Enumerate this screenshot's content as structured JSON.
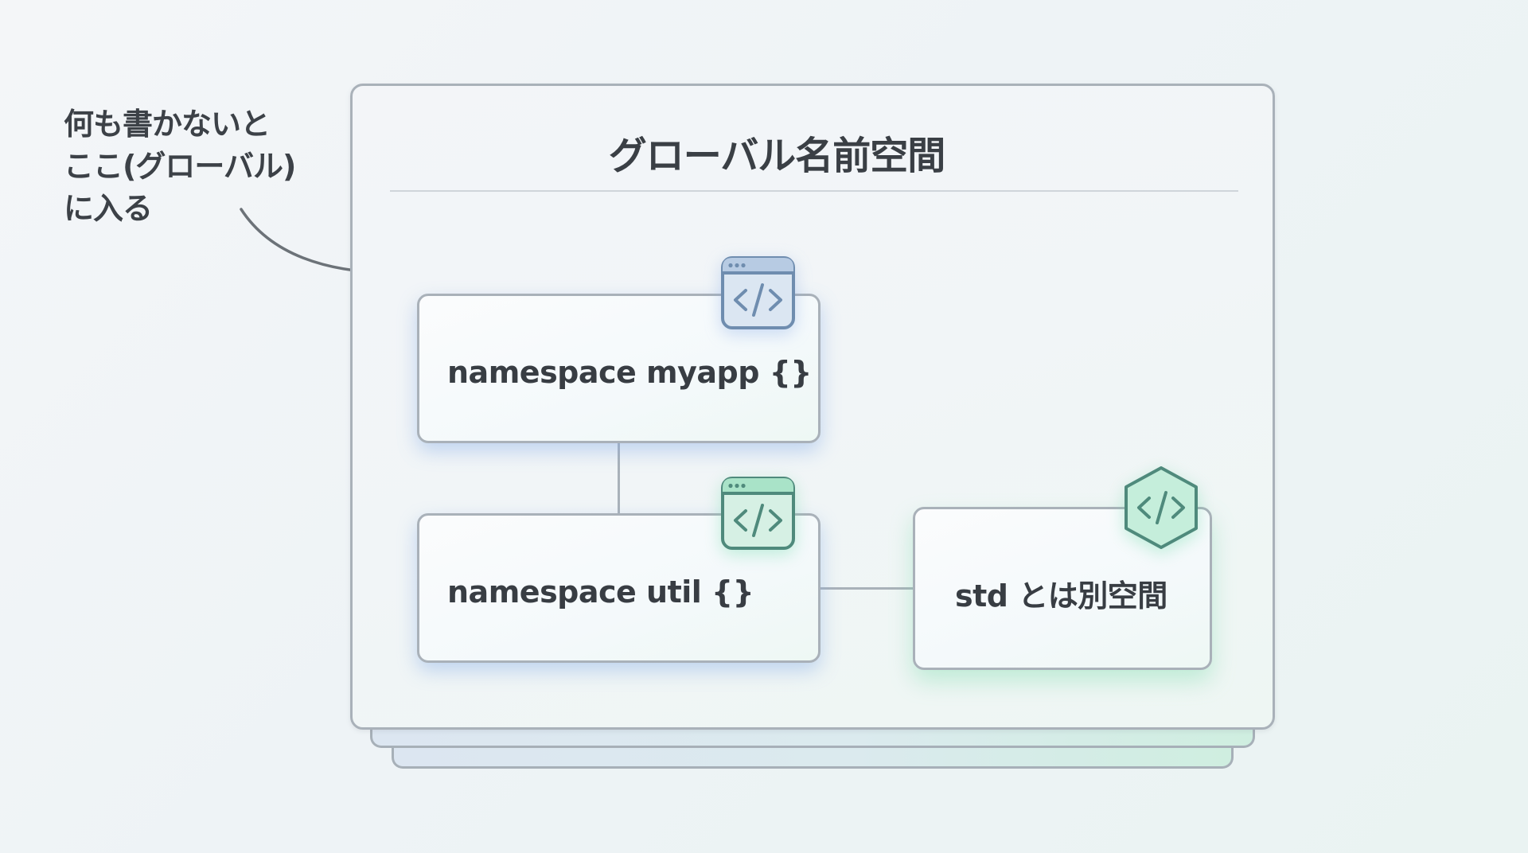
{
  "annotation": {
    "lines": [
      "何も書かないと",
      "ここ(グローバル)",
      "に入る"
    ],
    "arrow_icon": "curved-arrow-right"
  },
  "frame": {
    "title": "グローバル名前空間"
  },
  "nodes": [
    {
      "label": "namespace myapp {}",
      "icon": "code-window-icon",
      "accent": "#6f8daf"
    },
    {
      "label": "namespace util {}",
      "icon": "code-window-icon",
      "accent": "#4f8a7c"
    },
    {
      "label": "std とは別空間",
      "icon": "code-hexagon-icon",
      "accent": "#4f8a7c"
    }
  ],
  "colors": {
    "text": "#3a3f45",
    "border": "#a9b1b9",
    "blue_glow": "#8fb4ea",
    "green_glow": "#7fe0b0",
    "icon_blue_fill": "#d4e1f1",
    "icon_green_fill": "#c9efdc"
  }
}
